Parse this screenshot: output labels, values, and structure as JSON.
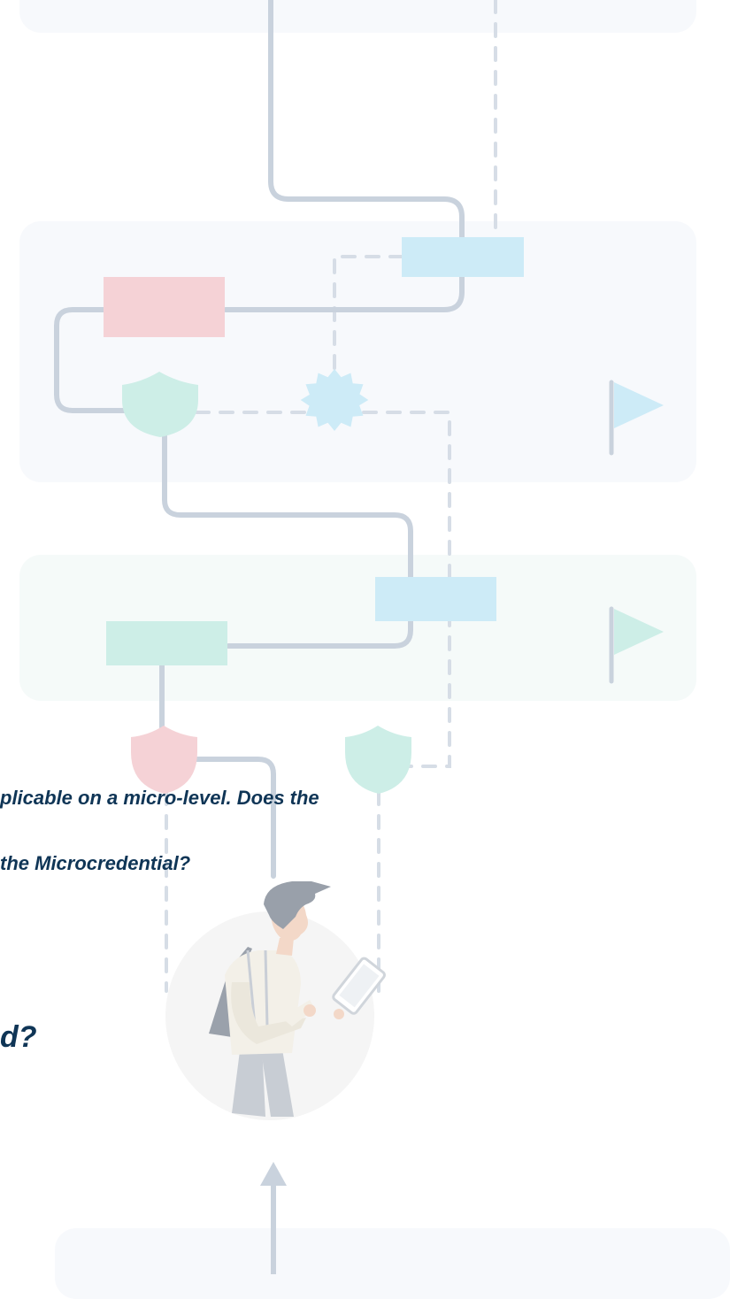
{
  "content": {
    "question_line_1": "plicable on a micro-level. Does the",
    "question_line_2": "the Microcredential?",
    "heading": "d?"
  },
  "diagram": {
    "icons": [
      "shield-icon",
      "gear-badge-icon",
      "flag-icon",
      "student-with-tablet-illustration",
      "arrow-up-icon"
    ]
  },
  "colors": {
    "text": "#0f3556",
    "connector": "#c9d2dd",
    "pink": "#f5d2d6",
    "blue": "#cdebf7",
    "mint": "#cdeee7",
    "panel_bg": "#f7f9fc",
    "panel_bg_mint": "#f5faf9"
  }
}
